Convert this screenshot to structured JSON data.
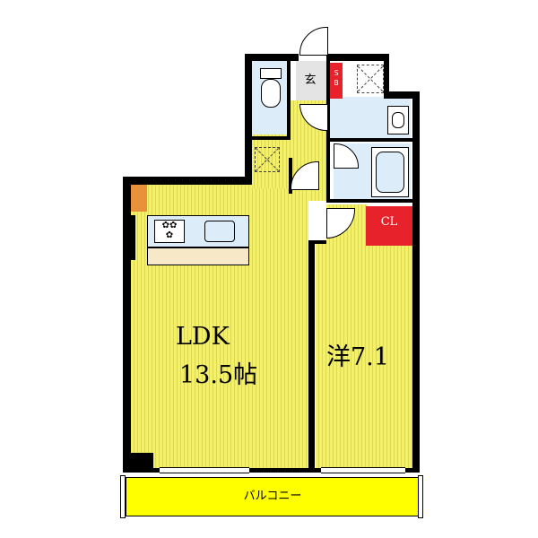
{
  "rooms": {
    "ldk_line1": "LDK",
    "ldk_line2": "13.5帖",
    "western": "洋7.1",
    "entrance": "玄",
    "shoe_box": "S\nB",
    "closet": "CL",
    "balcony": "バルコニー"
  },
  "colors": {
    "floor": "#f4f06a",
    "balcony": "#ffff00",
    "wet_area": "#dcecf8",
    "closet": "#e8222a",
    "shoe_box": "#e8222a",
    "entrance": "#e4e4e4",
    "wall": "#000000"
  },
  "icons": [
    "toilet-icon",
    "washbasin-icon",
    "bathtub-icon",
    "stove-icon",
    "sink-icon",
    "washing-machine-space-icon",
    "refrigerator-space-icon"
  ]
}
